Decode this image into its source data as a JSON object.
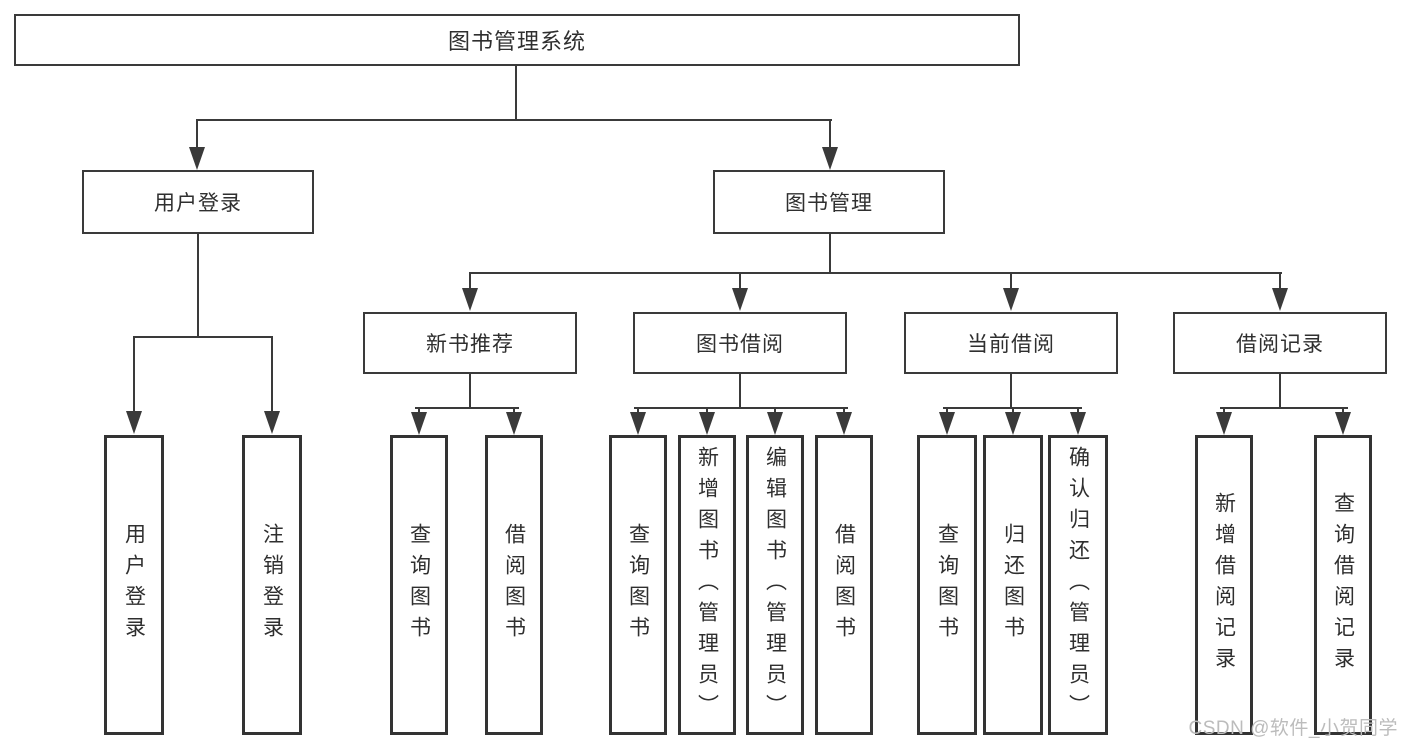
{
  "tree": {
    "root": "图书管理系统",
    "branches": [
      {
        "label": "用户登录",
        "leaves": [
          "用户登录",
          "注销登录"
        ]
      },
      {
        "label": "图书管理",
        "groups": [
          {
            "label": "新书推荐",
            "leaves": [
              "查询图书",
              "借阅图书"
            ]
          },
          {
            "label": "图书借阅",
            "leaves": [
              "查询图书",
              "新增图书（管理员）",
              "编辑图书（管理员）",
              "借阅图书"
            ]
          },
          {
            "label": "当前借阅",
            "leaves": [
              "查询图书",
              "归还图书",
              "确认归还（管理员）"
            ]
          },
          {
            "label": "借阅记录",
            "leaves": [
              "新增借阅记录",
              "查询借阅记录"
            ]
          }
        ]
      }
    ]
  },
  "watermark": {
    "text": "CSDN @软件_小贺同学"
  },
  "colors": {
    "line": "#3a3a3a",
    "text": "#2f2f2f",
    "watermark": "#bcbcbc",
    "background": "#ffffff"
  }
}
